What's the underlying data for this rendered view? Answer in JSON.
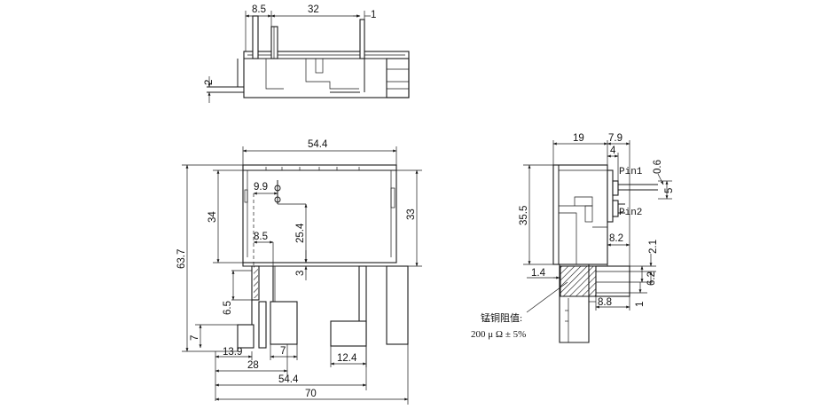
{
  "top_view": {
    "dims": {
      "a": "8.5",
      "b": "32",
      "c": "1",
      "d": "2"
    }
  },
  "front_view": {
    "dims": {
      "width_top": "54.4",
      "height_body": "34",
      "height_right": "33",
      "height_total": "63.7",
      "shunt_offset": "9.9",
      "shunt_height": "25.4",
      "pin_offset": "8.5",
      "gap": "3",
      "pin_len": "6.5",
      "foot": "7",
      "foot_w": "13.9",
      "pin_w": "7",
      "span": "28",
      "term_w": "12.4",
      "width_bottom": "54.4",
      "width_total": "70"
    }
  },
  "side_view": {
    "dims": {
      "depth": "19",
      "pin_pos": "7.9",
      "pin_gap": "4",
      "pin_thk": "0.6",
      "pin_len": "5",
      "height": "35.5",
      "term_h": "8.2",
      "term_t": "2.1",
      "offset": "1.4",
      "term_w": "6.2",
      "term_len": "8.8",
      "base": "1"
    },
    "labels": {
      "pin1": "Pin1",
      "pin2": "Pin2"
    }
  },
  "note": {
    "line1": "锰铜阻值:",
    "line2": "200 μ Ω ± 5%"
  }
}
